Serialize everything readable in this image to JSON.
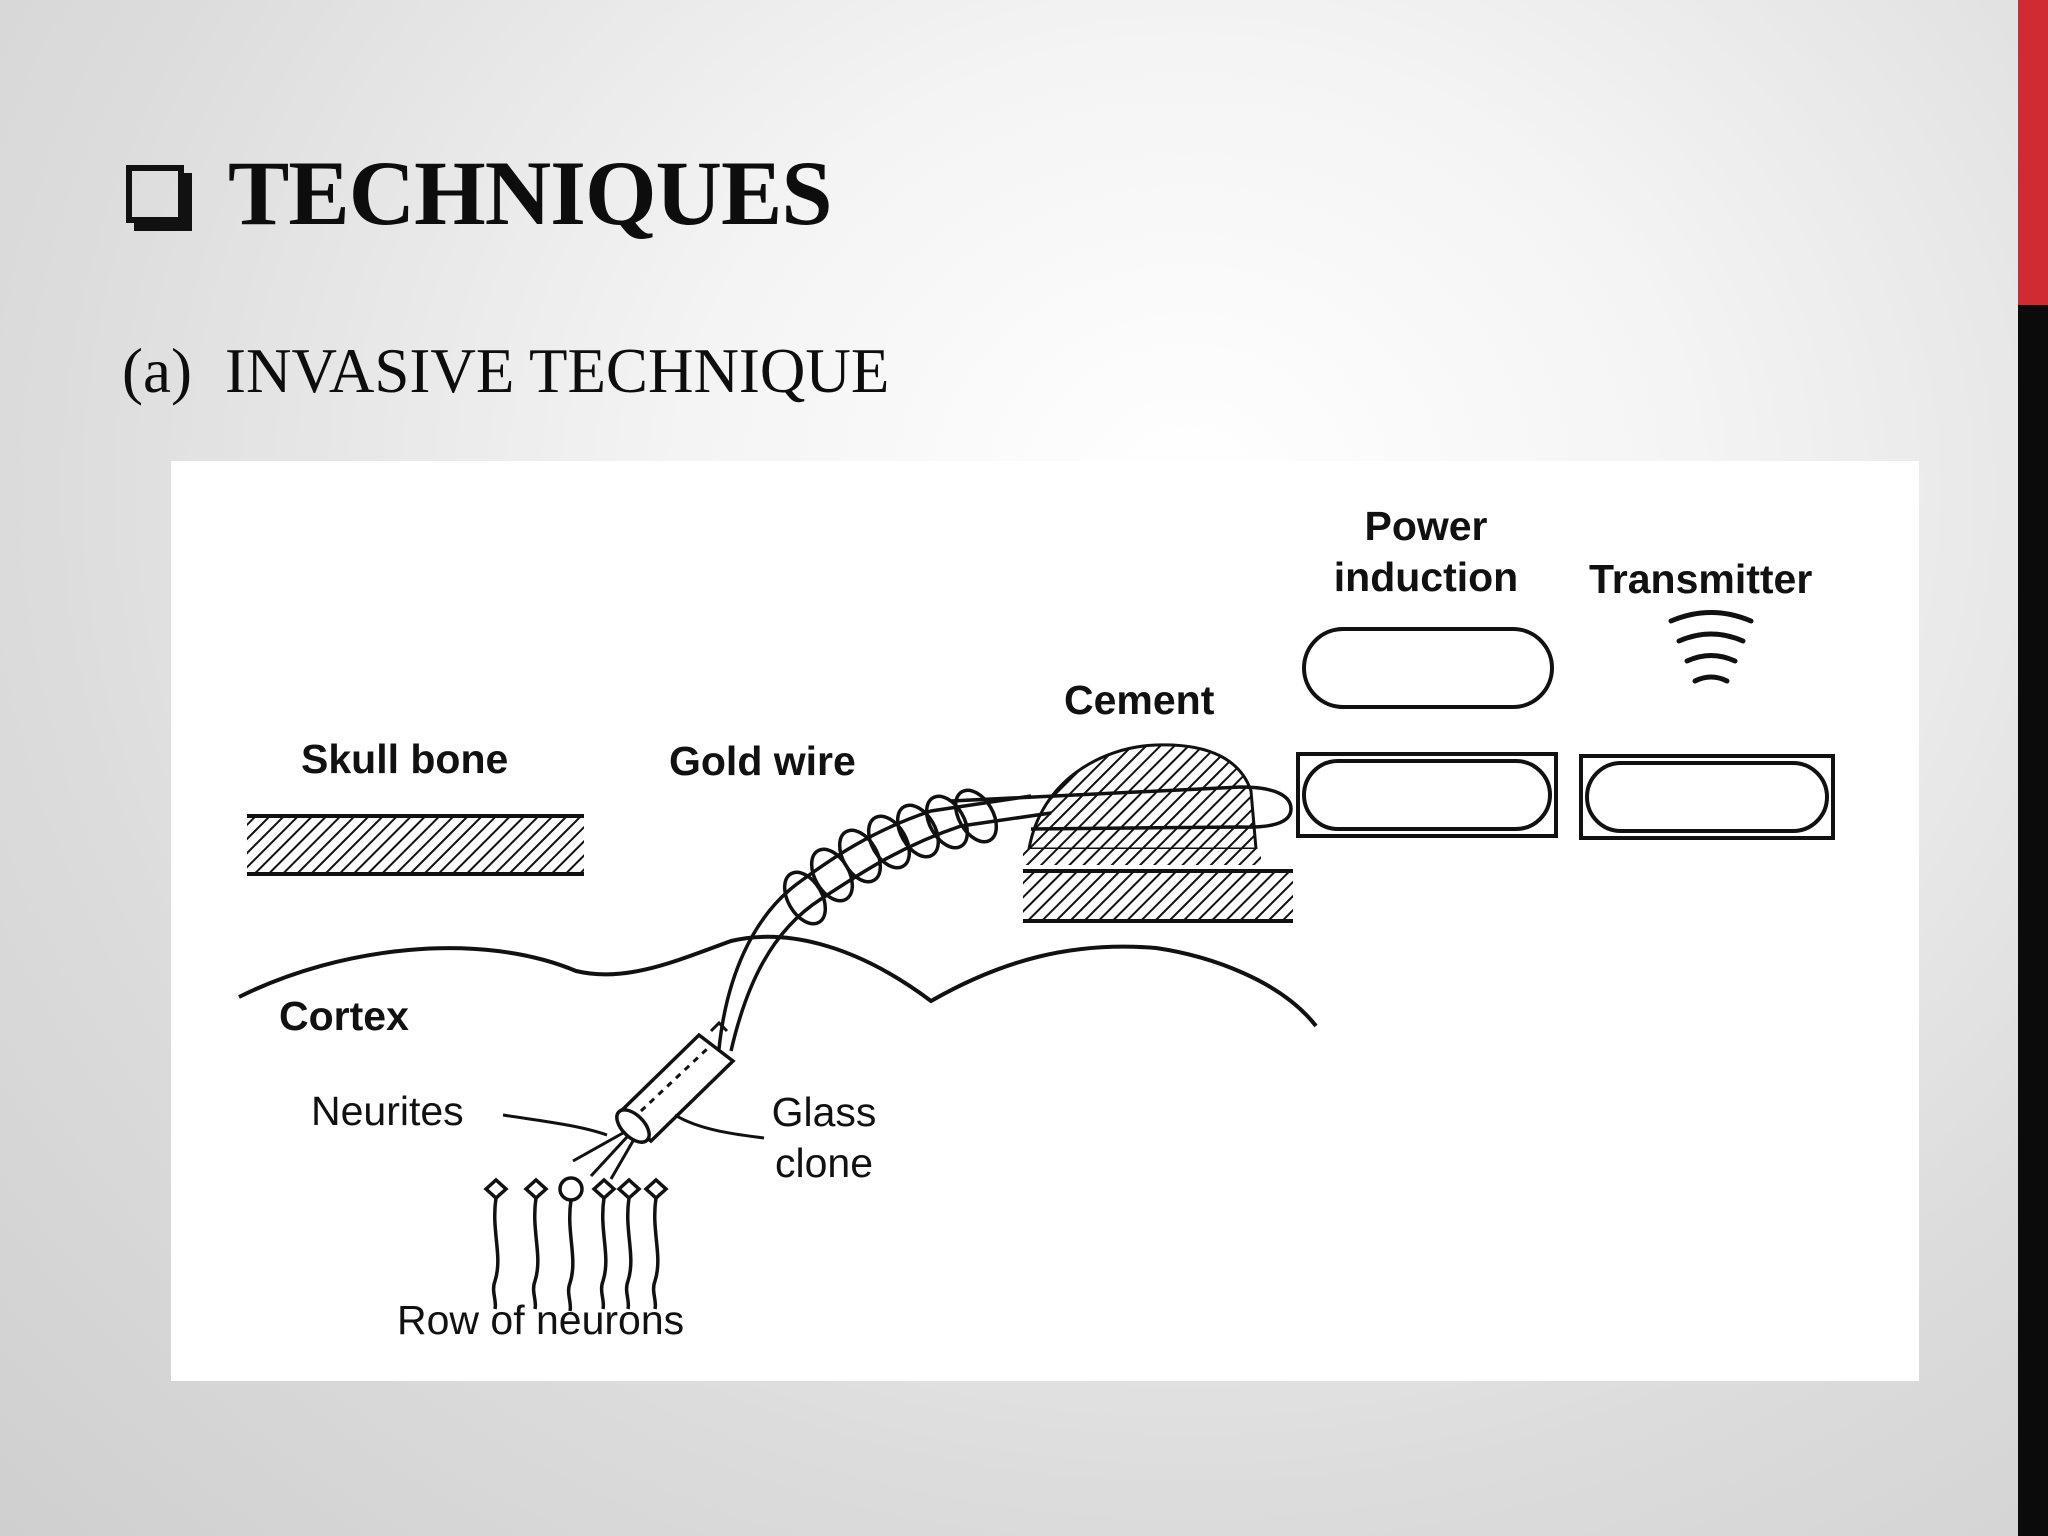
{
  "slide": {
    "title": "TECHNIQUES",
    "subtitle_marker": "(a)",
    "subtitle": "INVASIVE TECHNIQUE",
    "accent_colors": {
      "top": "#d02a33",
      "bottom": "#0b0b0b"
    },
    "title_icon": "checkbox-square-icon"
  },
  "diagram": {
    "labels": {
      "skull_bone": "Skull bone",
      "gold_wire": "Gold wire",
      "cement": "Cement",
      "power_induction_line1": "Power",
      "power_induction_line2": "induction",
      "transmitter": "Transmitter",
      "cortex": "Cortex",
      "neurites": "Neurites",
      "glass_clone_line1": "Glass",
      "glass_clone_line2": "clone",
      "row_of_neurons": "Row of neurons"
    },
    "icons": [
      "wireless-signal-icon"
    ]
  }
}
